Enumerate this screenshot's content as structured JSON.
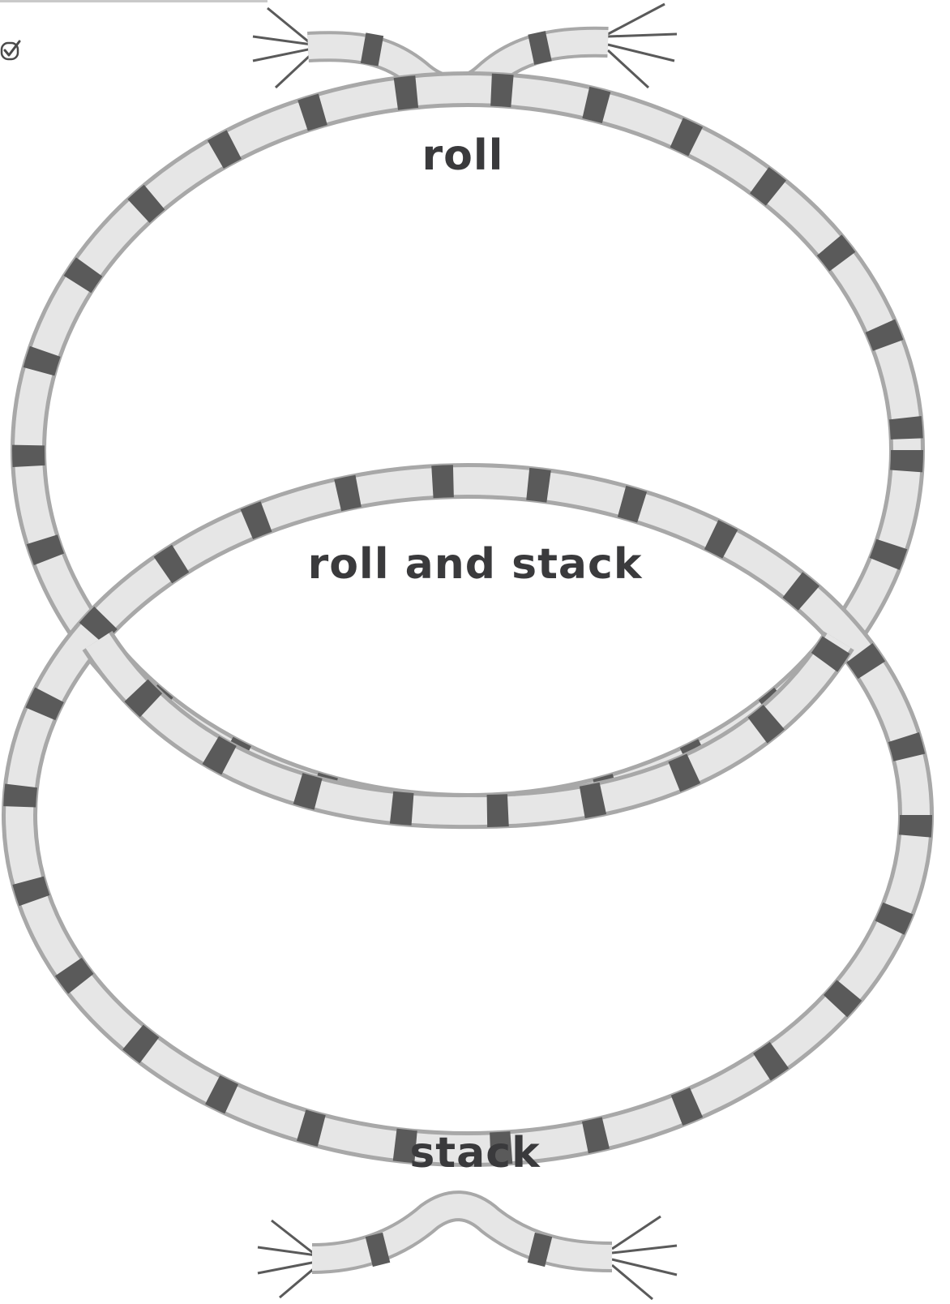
{
  "venn": {
    "top_label": "roll",
    "overlap_label": "roll and stack",
    "bottom_label": "stack"
  },
  "colors": {
    "rope": "#e6e6e6",
    "rope_edge": "#a8a8a8",
    "rope_band": "#5a5a5a",
    "text": "#3a3a3c",
    "check": "#4a4a4a"
  },
  "icons": [
    "check-icon"
  ]
}
